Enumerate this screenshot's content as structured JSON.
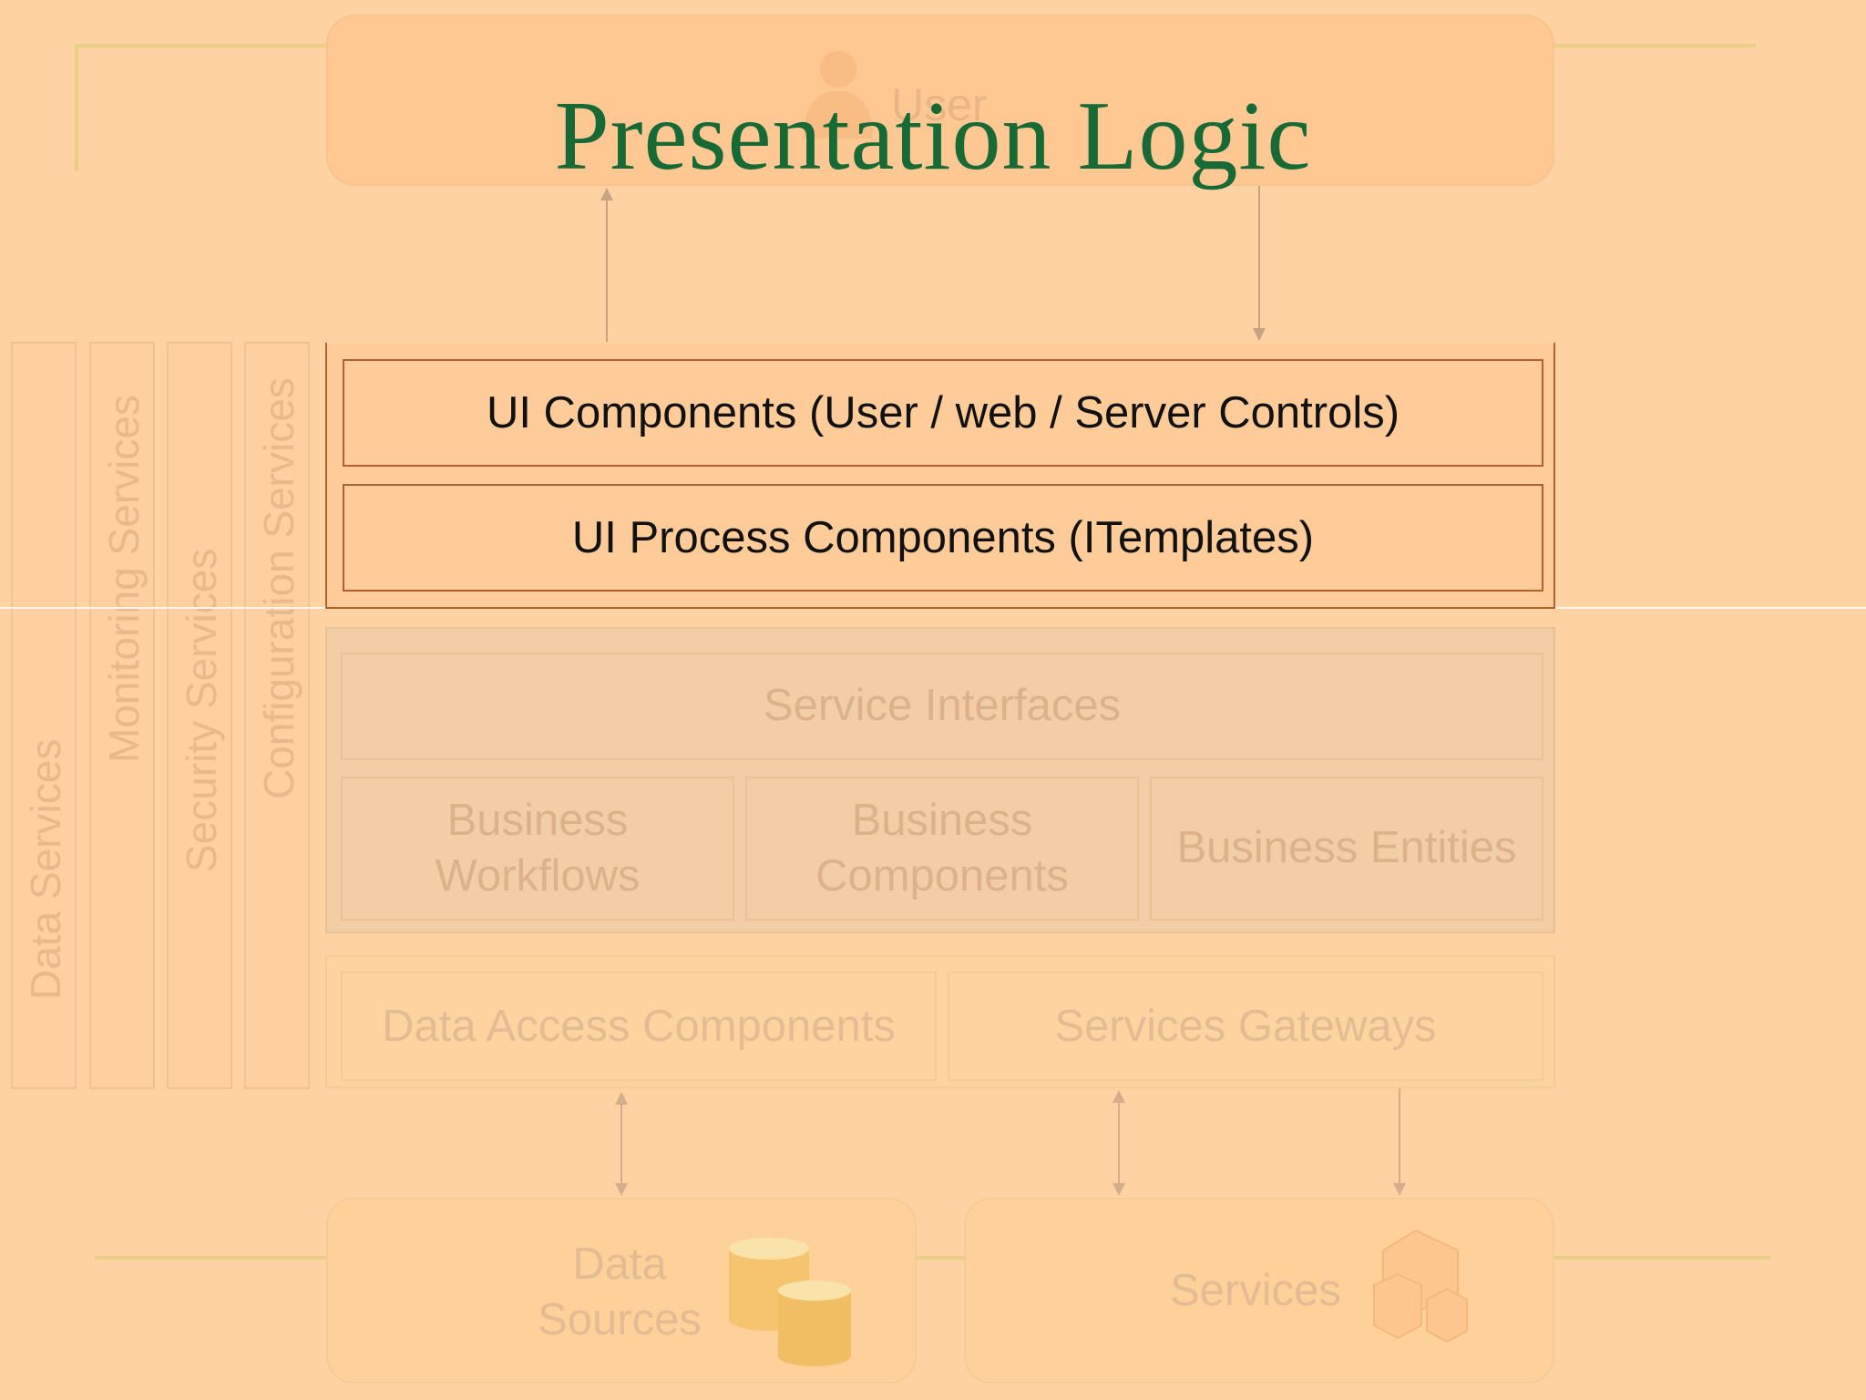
{
  "title": "Presentation Logic",
  "user_box": {
    "label": "User"
  },
  "cross_cutting": [
    {
      "label": "Data Services"
    },
    {
      "label": "Monitoring Services"
    },
    {
      "label": "Security Services"
    },
    {
      "label": "Configuration Services"
    }
  ],
  "presentation_layer": {
    "ui_components": "UI Components (User / web / Server Controls)",
    "ui_process_components": "UI Process Components (ITemplates)"
  },
  "business_layer": {
    "service_interfaces": "Service Interfaces",
    "workflows_line1": "Business",
    "workflows_line2": "Workflows",
    "components_line1": "Business",
    "components_line2": "Components",
    "entities": "Business Entities"
  },
  "data_layer": {
    "data_access": "Data Access Components",
    "gateways": "Services Gateways"
  },
  "external": {
    "data_sources_line1": "Data",
    "data_sources_line2": "Sources",
    "services": "Services"
  },
  "icons": {
    "user": "user-icon",
    "database": "database-icon",
    "services": "cubes-icon"
  }
}
